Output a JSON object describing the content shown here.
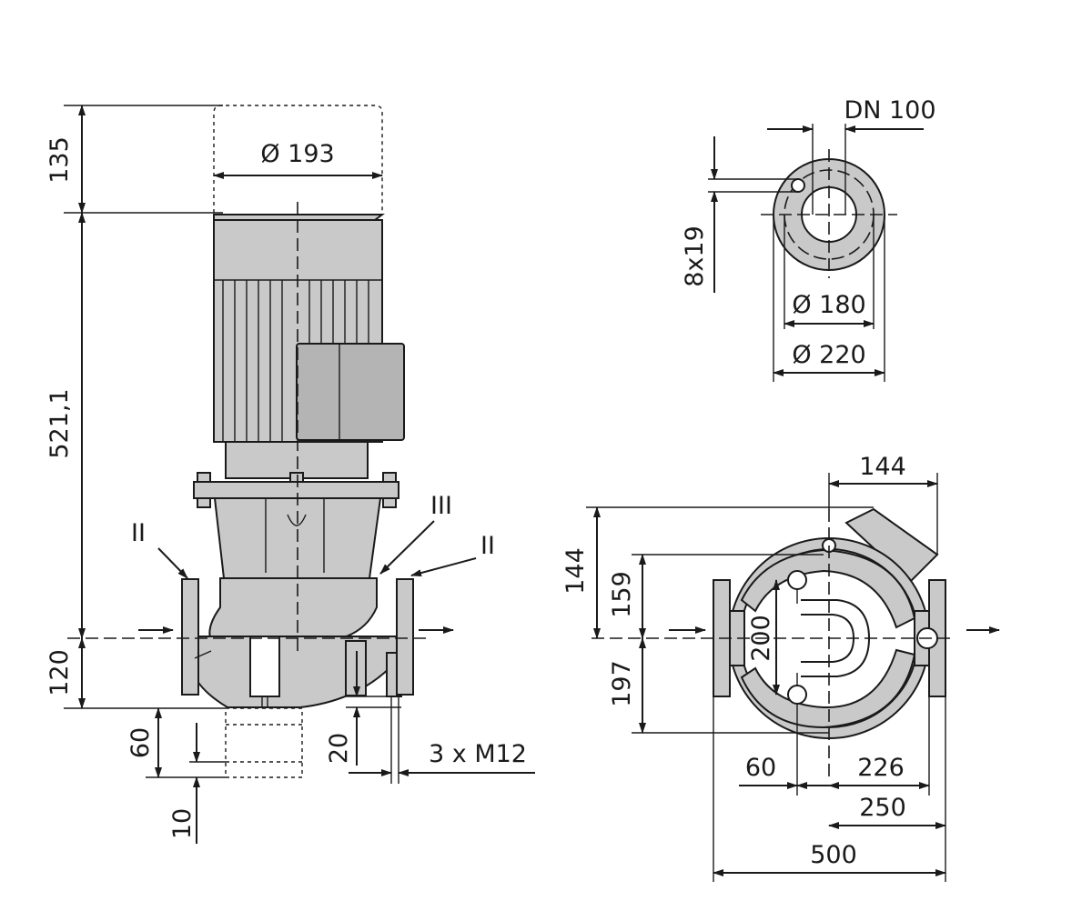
{
  "side_view": {
    "dim_motor_top": "135",
    "dim_height": "521,1",
    "dim_inlet_height": "120",
    "dim_base_60": "60",
    "dim_base_10": "10",
    "dim_motor_diameter": "Ø 193",
    "dim_foot_20": "20",
    "dim_bolts": "3 x M12",
    "label_ii_left": "II",
    "label_iii": "III",
    "label_ii_right": "II"
  },
  "flange_view": {
    "dn": "DN 100",
    "holes": "8x19",
    "bolt_circle": "Ø 180",
    "outer_diameter": "Ø 220"
  },
  "top_view": {
    "dim_144_top": "144",
    "dim_144_side": "144",
    "dim_159": "159",
    "dim_197": "197",
    "dim_200": "200",
    "dim_60": "60",
    "dim_226": "226",
    "dim_250": "250",
    "dim_500": "500"
  }
}
